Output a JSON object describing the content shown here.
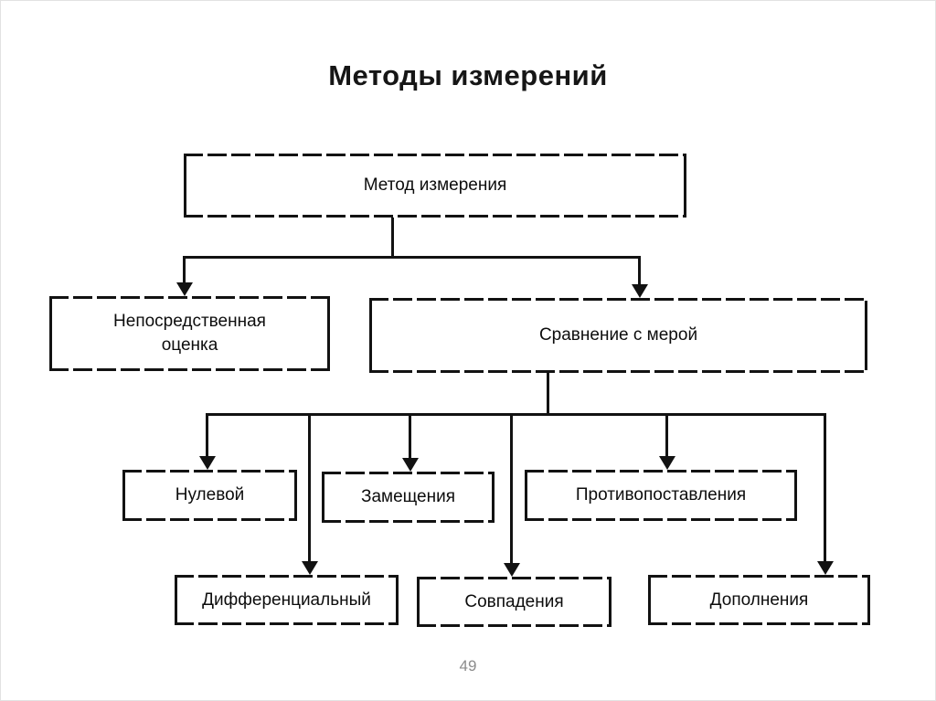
{
  "slide": {
    "title": "Методы измерений",
    "page_number": "49"
  },
  "diagram": {
    "root_label": "Метод измерения",
    "direct_label": "Непосредственная оценка",
    "comparison_label": "Сравнение с мерой",
    "null_label": "Нулевой",
    "substitution_label": "Замещения",
    "opposition_label": "Противопоставления",
    "differential_label": "Дифференциальный",
    "coincidence_label": "Совпадения",
    "complement_label": "Дополнения"
  },
  "colors": {
    "line": "#121212",
    "title_text": "#161616",
    "page_number_text": "#8c8c8c",
    "background": "#ffffff"
  }
}
